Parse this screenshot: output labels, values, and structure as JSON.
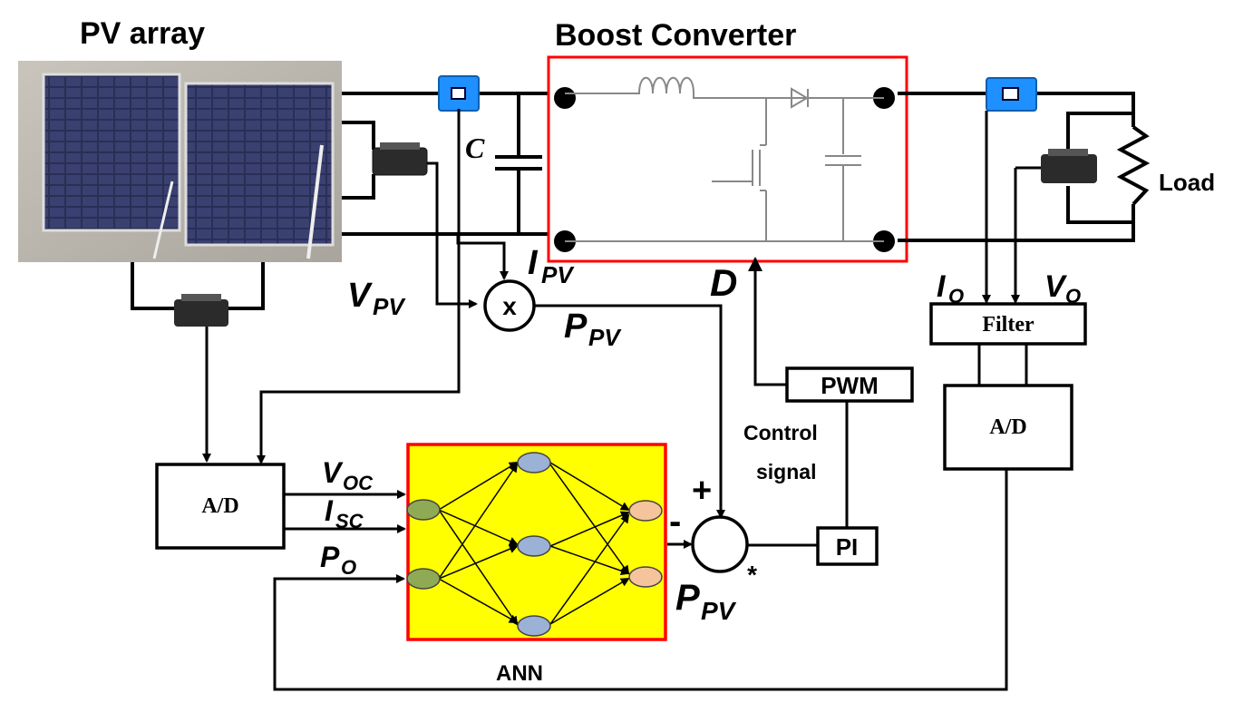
{
  "titles": {
    "pv_array": "PV array",
    "boost_converter": "Boost Converter"
  },
  "labels": {
    "capacitor": "C",
    "load": "Load",
    "v_pv": "V",
    "v_pv_sub": "PV",
    "i_pv": "I",
    "i_pv_sub": "PV",
    "p_pv": "P",
    "p_pv_sub": "PV",
    "multiplier": "x",
    "duty": "D",
    "i_o": "I",
    "i_o_sub": "O",
    "v_o": "V",
    "v_o_sub": "O",
    "v_oc": "V",
    "v_oc_sub": "OC",
    "i_sc": "I",
    "i_sc_sub": "SC",
    "p_o": "P",
    "p_o_sub": "O",
    "plus": "+",
    "minus": "-",
    "p_pv_ref": "P",
    "p_pv_ref_sub": "PV",
    "p_pv_ref_sup": "*",
    "control_line1": "Control",
    "control_line2": "signal",
    "ann": "ANN"
  },
  "blocks": {
    "filter": "Filter",
    "ad_right": "A/D",
    "ad_left": "A/D",
    "pwm": "PWM",
    "pi": "PI"
  },
  "colors": {
    "converter_border": "#ff0000",
    "ann_fill": "#ffff00",
    "ann_border": "#ff0000",
    "sensor": "#1e90ff",
    "node_input": "#8faa55",
    "node_hidden": "#9bb1d6",
    "node_output": "#f5c49c",
    "panel_cell": "#2a2f55"
  },
  "icons": {
    "current_sensor": "current-sensor-icon",
    "voltage_sensor": "voltage-sensor-icon",
    "solar_panel": "solar-panel-icon"
  }
}
